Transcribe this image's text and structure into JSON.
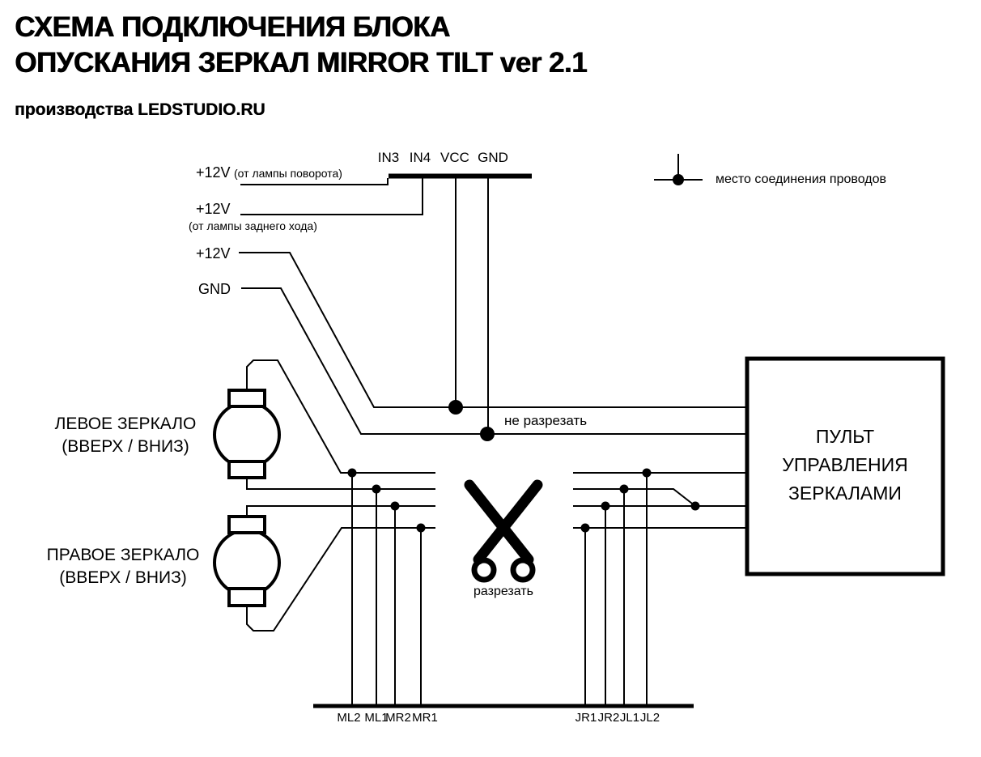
{
  "title": {
    "line1": "СХЕМА ПОДКЛЮЧЕНИЯ БЛОКА",
    "line2": "ОПУСКАНИЯ ЗЕРКАЛ MIRROR TILT ver 2.1"
  },
  "subtitle": "производства LEDSTUDIO.RU",
  "module_pins": {
    "in3": "IN3",
    "in4": "IN4",
    "vcc": "VCC",
    "gnd": "GND"
  },
  "inputs": {
    "turn_lamp": {
      "main": "+12V",
      "note": "(от лампы поворота)"
    },
    "reverse_lamp": {
      "main": "+12V",
      "note": "(от лампы заднего хода)"
    },
    "power": "+12V",
    "ground": "GND"
  },
  "legend": {
    "junction": "место соединения проводов"
  },
  "mirrors": {
    "left": {
      "line1": "ЛЕВОЕ ЗЕРКАЛО",
      "line2": "(ВВЕРХ / ВНИЗ)"
    },
    "right": {
      "line1": "ПРАВОЕ ЗЕРКАЛО",
      "line2": "(ВВЕРХ / ВНИЗ)"
    }
  },
  "cut_notes": {
    "do_not_cut": "не разрезать",
    "cut": "разрезать"
  },
  "control_box": {
    "line1": "ПУЛЬТ",
    "line2": "УПРАВЛЕНИЯ",
    "line3": "ЗЕРКАЛАМИ"
  },
  "bottom_pins": [
    "ML2",
    "ML1",
    "MR2",
    "MR1",
    "JR1",
    "JR2",
    "JL1",
    "JL2"
  ],
  "icons": {
    "scissors": "✂",
    "junction": "●"
  },
  "colors": {
    "wire": "#000000",
    "text": "#000000",
    "background": "#ffffff"
  }
}
